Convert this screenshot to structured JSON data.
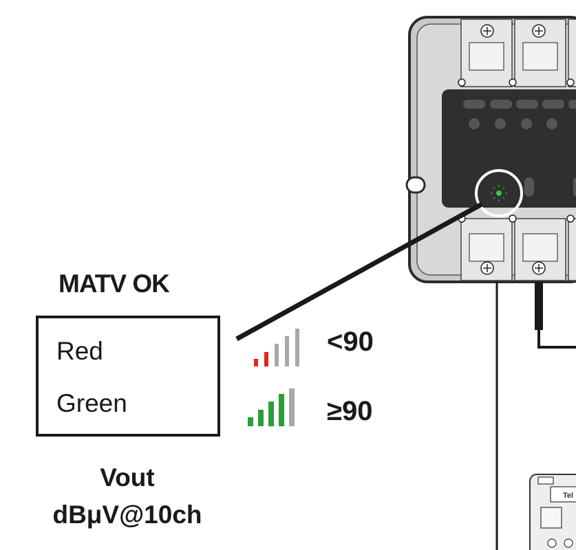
{
  "title": "MATV OK",
  "legend": {
    "red_label": "Red",
    "green_label": "Green",
    "red_color": "#e0261b",
    "green_color": "#2a9e3a"
  },
  "thresholds": {
    "low": "<90",
    "high": "≥90"
  },
  "vout": {
    "line1": "Vout",
    "line2": "dBμV@10ch"
  },
  "device": {
    "led_indicator_color": "#3fbf3f",
    "icons": [
      "screw-icon",
      "led-indicator-icon",
      "signal-bars-icon",
      "led-red-icon",
      "led-green-icon"
    ]
  }
}
